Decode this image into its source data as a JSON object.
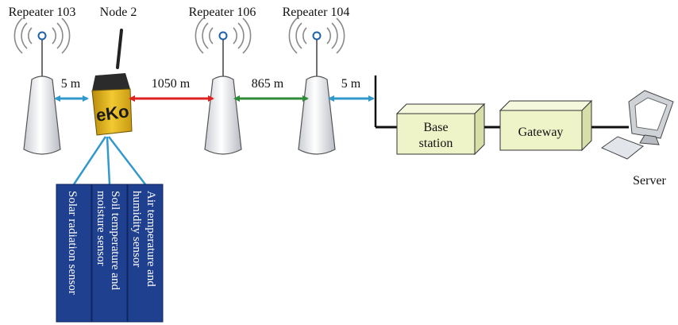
{
  "labels": {
    "repeater_103": "Repeater 103",
    "node_2": "Node 2",
    "repeater_106": "Repeater 106",
    "repeater_104": "Repeater 104",
    "server": "Server"
  },
  "links": {
    "r103_node": "5 m",
    "node_r106": "1050 m",
    "r106_r104": "865 m",
    "r104_base": "5 m"
  },
  "boxes": {
    "base_station": [
      "Base",
      "station"
    ],
    "gateway": "Gateway"
  },
  "node_brand": "eKo",
  "sensors": [
    [
      "Solar radiation sensor"
    ],
    [
      "Soil temperature and",
      "moisture sensor"
    ],
    [
      "Air temperature and",
      "humidity sensor"
    ]
  ],
  "colors": {
    "short_link": "#3399cc",
    "long_link_red": "#dd2222",
    "long_link_green": "#2e8b3a",
    "sensor_fill": "#1f3f8f",
    "box_fill": "#eef3c8",
    "node_yellow": "#e6b820"
  }
}
